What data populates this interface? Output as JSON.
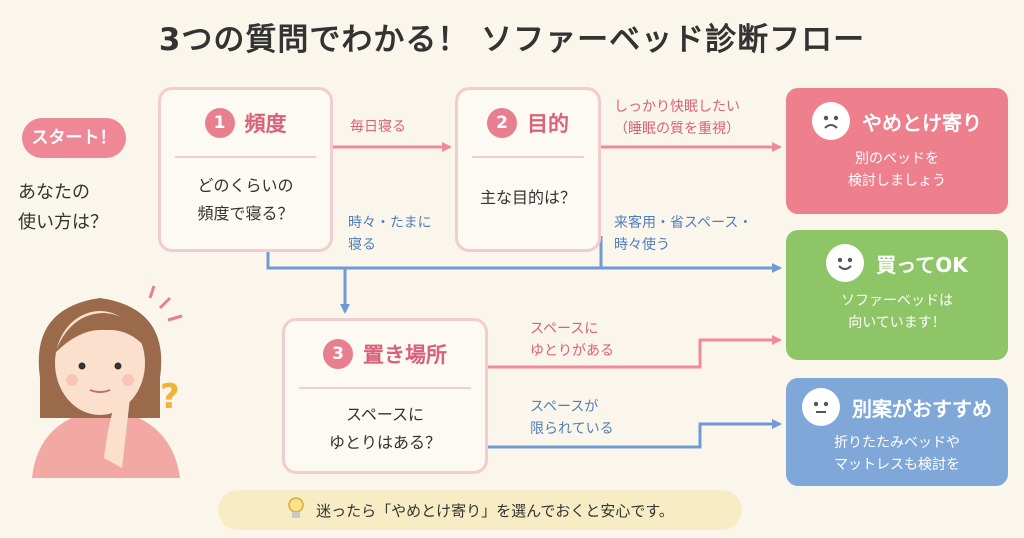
{
  "title": "3つの質問でわかる！ ソファーベッド診断フロー",
  "start": {
    "label": "スタート！",
    "question": "あなたの\n使い方は？"
  },
  "steps": [
    {
      "number": "1",
      "title": "頻度",
      "body": "どのくらいの\n頻度で寝る？"
    },
    {
      "number": "2",
      "title": "目的",
      "body": "主な目的は？"
    },
    {
      "number": "3",
      "title": "置き場所",
      "body": "スペースに\nゆとりはある？"
    }
  ],
  "branches": {
    "daily": "毎日寝る",
    "occasional": "時々・たまに\n寝る",
    "sleep_focus": "しっかり快眠したい\n（睡眠の質を重視）",
    "guest": "来客用・省スペース・\n時々使う",
    "space_ok": "スペースに\nゆとりがある",
    "space_limited": "スペースが\n限られている"
  },
  "results": [
    {
      "title": "やめとけ寄り",
      "body": "別のベッドを\n検討しましょう",
      "color": "#ee7f8d",
      "icon": "sad-face-icon"
    },
    {
      "title": "買ってOK",
      "body": "ソファーベッドは\n向いています！",
      "color": "#8dc567",
      "icon": "smile-face-icon"
    },
    {
      "title": "別案がおすすめ",
      "body": "折りたたみベッドや\nマットレスも検討を",
      "color": "#7fa8d8",
      "icon": "neutral-face-icon"
    }
  ],
  "tip": {
    "text": "迷ったら「やめとけ寄り」を選んでおくと安心です。",
    "icon": "lightbulb-icon"
  },
  "colors": {
    "pink_line": "#f08a98",
    "blue_line": "#6f9bd4",
    "accent_pink": "#e87f8f"
  }
}
